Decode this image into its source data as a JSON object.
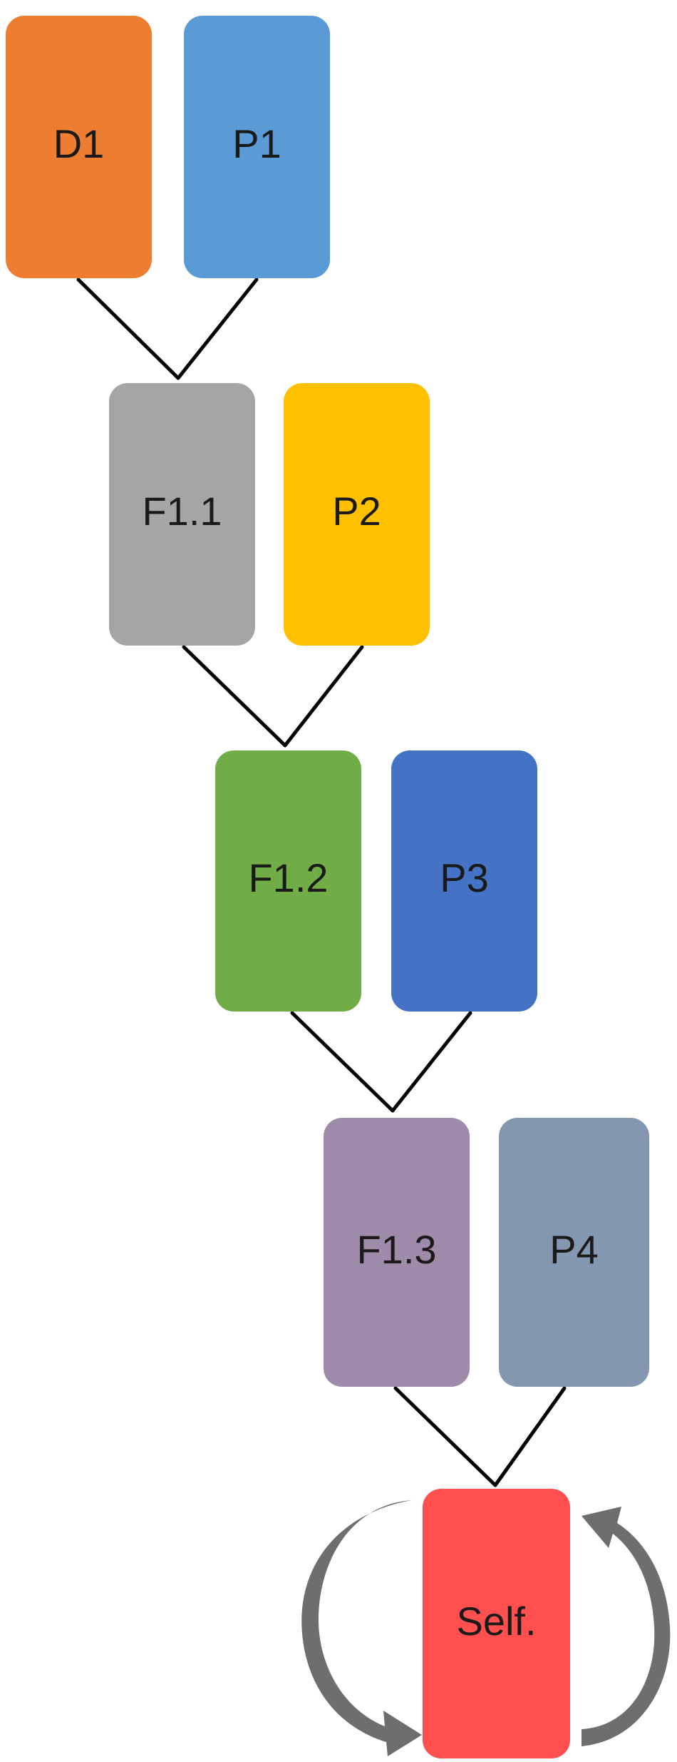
{
  "nodes": [
    {
      "id": "d1",
      "label": "D1",
      "color": "#ED7D31"
    },
    {
      "id": "p1",
      "label": "P1",
      "color": "#5B9BD5"
    },
    {
      "id": "f11",
      "label": "F1.1",
      "color": "#A5A5A5"
    },
    {
      "id": "p2",
      "label": "P2",
      "color": "#FFC000"
    },
    {
      "id": "f12",
      "label": "F1.2",
      "color": "#70AD47"
    },
    {
      "id": "p3",
      "label": "P3",
      "color": "#4472C4"
    },
    {
      "id": "f13",
      "label": "F1.3",
      "color": "#9E8AA9"
    },
    {
      "id": "p4",
      "label": "P4",
      "color": "#8497B0"
    },
    {
      "id": "self",
      "label": "Self.",
      "color": "#FF4F4F"
    }
  ],
  "edges": [
    {
      "from": "d1",
      "to": "f11"
    },
    {
      "from": "p1",
      "to": "f11"
    },
    {
      "from": "f11",
      "to": "f12"
    },
    {
      "from": "p2",
      "to": "f12"
    },
    {
      "from": "f12",
      "to": "f13"
    },
    {
      "from": "p3",
      "to": "f13"
    },
    {
      "from": "f13",
      "to": "self"
    },
    {
      "from": "p4",
      "to": "self"
    }
  ],
  "self_loop": {
    "node": "self",
    "arrow_color": "#6E6E6E"
  }
}
